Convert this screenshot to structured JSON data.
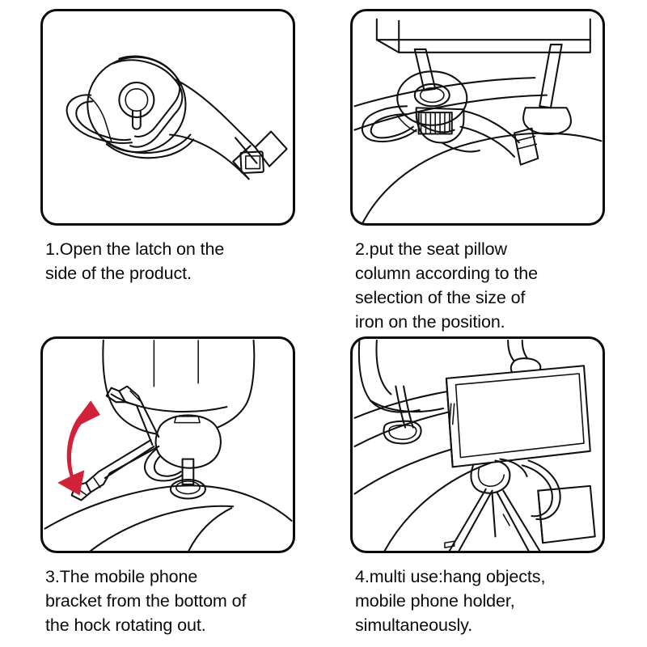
{
  "document": {
    "type": "product-instruction-diagram",
    "title": "Car Headrest Hook / Phone Holder Installation Steps",
    "background_color": "#ffffff",
    "line_color": "#111111",
    "accent_color": "#D22239"
  },
  "steps": [
    {
      "number": "1",
      "caption": "1.Open the latch on the\nside of the product.",
      "panel_name": "step-1-illustration",
      "illustration_alt": "Hook product shown alone with the side latch opened, circular clamp body and strap arm"
    },
    {
      "number": "2",
      "caption": "2.put the seat pillow\ncolumn according to the\nselection of the size of\niron on the position.",
      "panel_name": "step-2-illustration",
      "illustration_alt": "Hook clamped around a car seat headrest post, ribbed adjustment detail visible"
    },
    {
      "number": "3",
      "caption": "3.The mobile phone\nbracket from the bottom of\nthe hock rotating out.",
      "panel_name": "step-3-illustration",
      "illustration_alt": "Phone bracket arm rotating out from the bottom of the hook, red double-headed curved arrow showing rotation"
    },
    {
      "number": "4",
      "caption": "4.multi use:hang objects,\nmobile phone holder,\nsimultaneously.",
      "panel_name": "step-4-illustration",
      "illustration_alt": "Headrest hook holding a smartphone horizontally while a bag hangs from the hook below"
    }
  ],
  "annotations": {
    "rotation_arrow": {
      "name": "rotation-arrow",
      "color": "#D22239",
      "shape": "double-headed curved arrow",
      "panel": "3"
    }
  }
}
